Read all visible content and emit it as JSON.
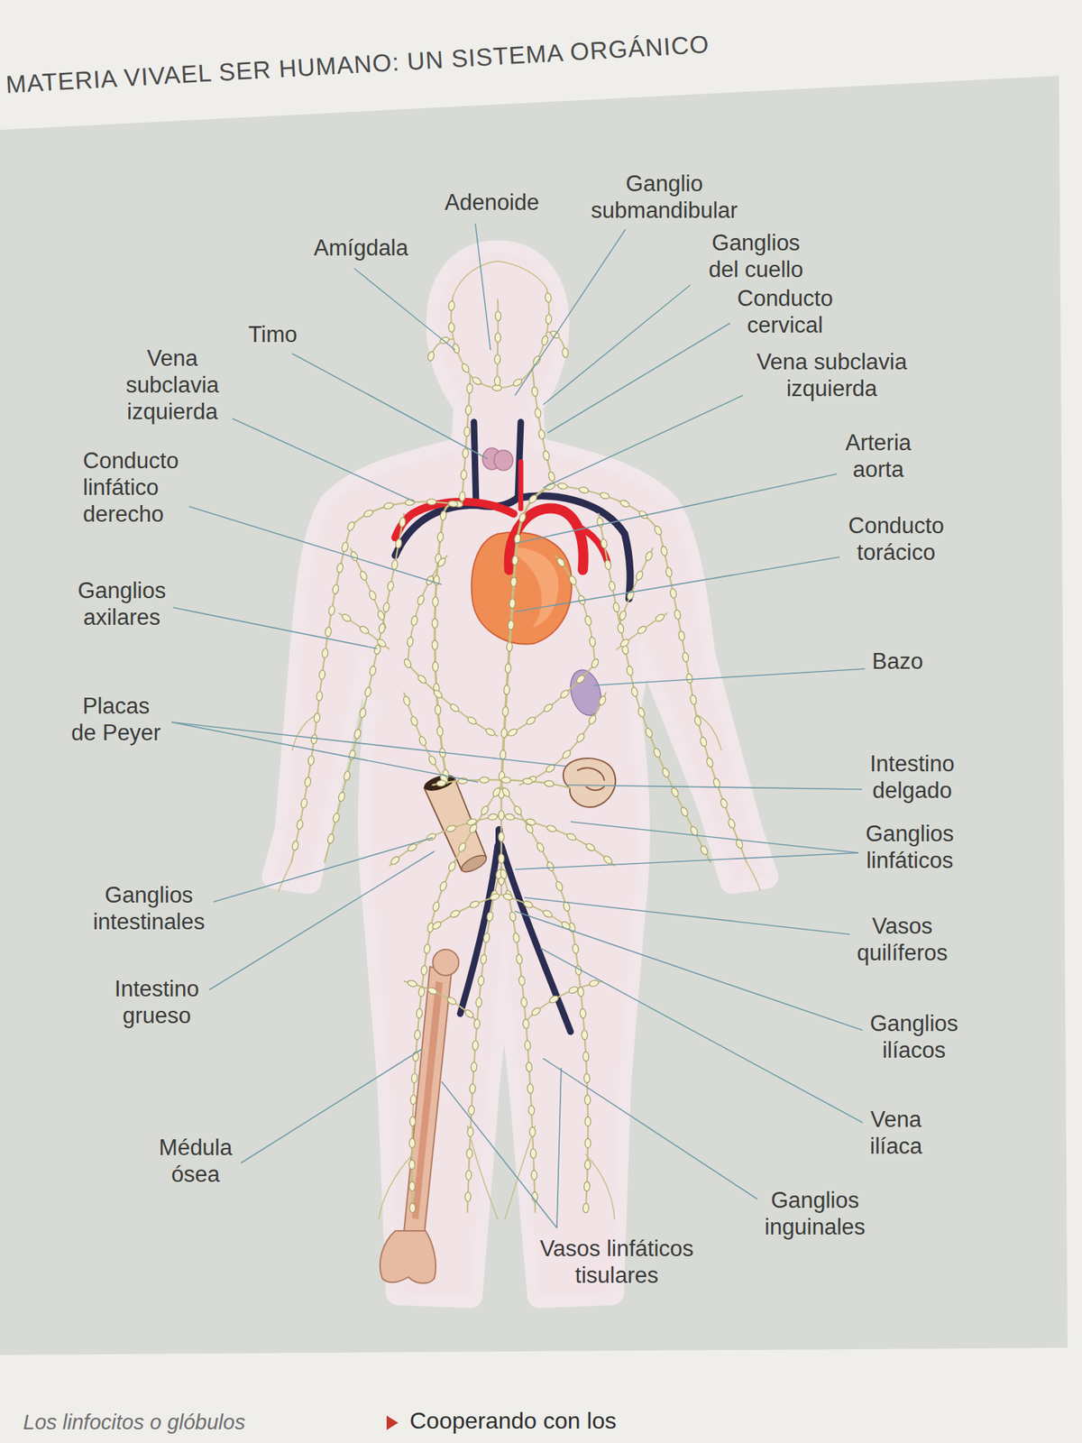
{
  "diagram": {
    "title": "MATERIA VIVAEL SER HUMANO: UN SISTEMA ORGÁNICO",
    "labels": [
      "Adenoide",
      "Ganglio submandibular",
      "Amígdala",
      "Ganglios del cuello",
      "Conducto cervical",
      "Timo",
      "Vena subclavia izquierda",
      "Vena subclavia izquierda",
      "Arteria aorta",
      "Conducto linfático derecho",
      "Conducto torácico",
      "Ganglios axilares",
      "Bazo",
      "Placas de Peyer",
      "Intestino delgado",
      "Ganglios linfáticos",
      "Ganglios intestinales",
      "Vasos quilíferos",
      "Intestino grueso",
      "Ganglios ilíacos",
      "Vena ilíaca",
      "Médula ósea",
      "Ganglios inguinales",
      "Vasos linfáticos tisulares",
      "Los linfocitos o glóbulos",
      "Cooperando con los"
    ]
  }
}
